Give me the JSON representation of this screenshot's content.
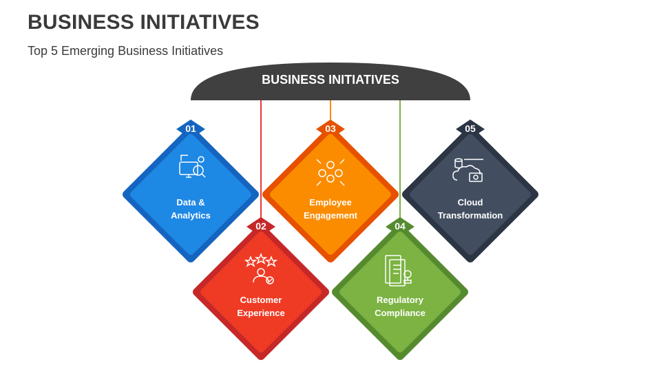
{
  "header": {
    "title": "BUSINESS INITIATIVES",
    "subtitle": "Top 5 Emerging Business Initiatives"
  },
  "hub": {
    "label": "BUSINESS INITIATIVES",
    "color": "#404040"
  },
  "items": [
    {
      "number": "01",
      "line1": "Data &",
      "line2": "Analytics",
      "color": "#1e88e5",
      "icon": "data-analytics-icon"
    },
    {
      "number": "02",
      "line1": "Customer",
      "line2": "Experience",
      "color": "#e53935",
      "icon": "customer-experience-icon"
    },
    {
      "number": "03",
      "line1": "Employee",
      "line2": "Engagement",
      "color": "#fb8c00",
      "icon": "employee-engagement-icon"
    },
    {
      "number": "04",
      "line1": "Regulatory",
      "line2": "Compliance",
      "color": "#7cb342",
      "icon": "regulatory-compliance-icon"
    },
    {
      "number": "05",
      "line1": "Cloud",
      "line2": "Transformation",
      "color": "#424e60",
      "icon": "cloud-transformation-icon"
    }
  ]
}
